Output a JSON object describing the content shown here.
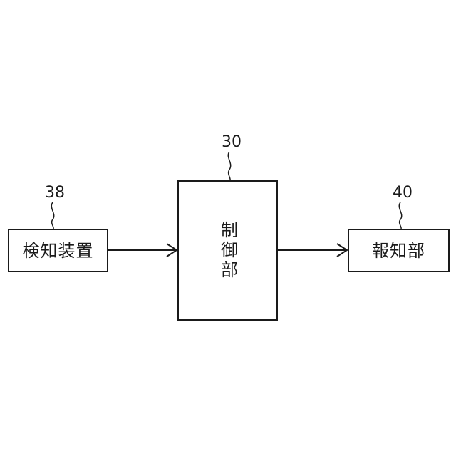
{
  "blocks": {
    "detector": {
      "label": "検知装置",
      "ref": "38"
    },
    "controller": {
      "label": "制御部",
      "ref": "30"
    },
    "notifier": {
      "label": "報知部",
      "ref": "40"
    }
  },
  "connections": [
    {
      "from": "detector",
      "to": "controller"
    },
    {
      "from": "controller",
      "to": "notifier"
    }
  ],
  "colors": {
    "stroke": "#1a1a1a",
    "background": "#ffffff"
  }
}
